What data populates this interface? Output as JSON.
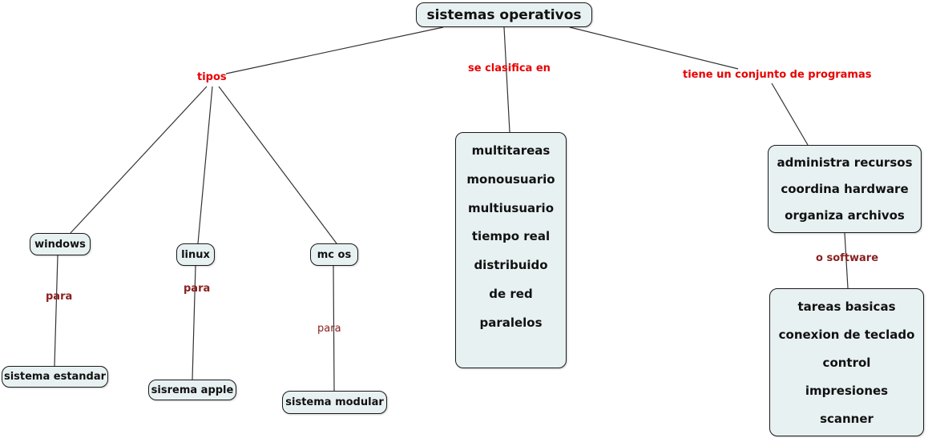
{
  "root": {
    "label": "sistemas operativos"
  },
  "edge_labels": {
    "tipos": "tipos",
    "clasifica": "se clasifica en",
    "conjunto": "tiene un conjunto de programas",
    "para_windows": "para",
    "para_linux": "para",
    "para_mcos": "para",
    "software": "o software"
  },
  "nodes": {
    "windows": {
      "label": "windows"
    },
    "linux": {
      "label": "linux"
    },
    "mcos": {
      "label": "mc os"
    },
    "estandar": {
      "label": "sistema estandar"
    },
    "apple": {
      "label": "sisrema apple"
    },
    "modular": {
      "label": "sistema modular"
    },
    "classification": {
      "items": [
        "multitareas",
        "monousuario",
        "multiusuario",
        "tiempo real",
        "distribuido",
        "de red",
        "paralelos"
      ]
    },
    "programs": {
      "items": [
        "administra recursos",
        "coordina hardware",
        "organiza archivos"
      ]
    },
    "software_tasks": {
      "items": [
        "tareas basicas",
        "conexion de teclado",
        "control",
        "impresiones",
        "scanner"
      ]
    }
  },
  "colors": {
    "box_fill": "#e8f1f2",
    "box_border": "#1a1a1a",
    "label_bright_red": "#e80000",
    "label_dark_red": "#8b2020",
    "line": "#333333"
  }
}
